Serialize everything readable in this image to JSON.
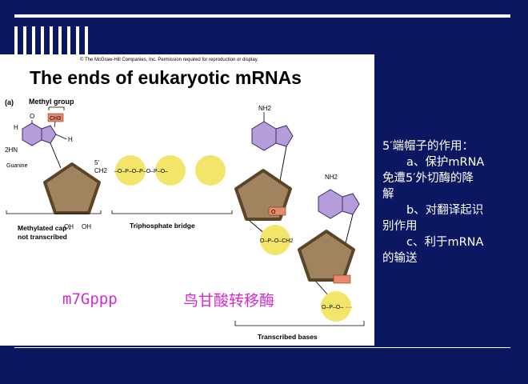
{
  "slide": {
    "copyright": "© The McGraw-Hill Companies, Inc. Permission required for reproduction or display.",
    "title": "The ends of eukaryotic mRNAs",
    "panel_label": "(a)",
    "methyl_group_label": "Methyl group",
    "guanine_label": "Guanine",
    "ch3_label": "CH3",
    "nh2_label": "NH2",
    "h2n_label": "2HN",
    "ch2_label": "CH2",
    "prime5_label": "5'",
    "oh_label": "OH",
    "methylated_cap_label_1": "Methylated cap -",
    "methylated_cap_label_2": "not transcribed",
    "triphosphate_label": "Triphosphate bridge",
    "transcribed_label": "Transcribed bases",
    "annotation_m7gppp": "m7Gppp",
    "annotation_enzyme": "鸟甘酸转移酶"
  },
  "caption": {
    "heading": "5′端帽子的作用：",
    "a_line1": "a、保护mRNA",
    "a_line2": "免遭5′外切酶的降",
    "a_line3": "解",
    "b_line1": "b、对翻译起识",
    "b_line2": "别作用",
    "c_line1": "c、利于mRNA",
    "c_line2": "的输送"
  },
  "colors": {
    "background": "#0b1760",
    "sugar": "#a0835f",
    "phosphate": "#f3e56a",
    "base": "#b59ddb",
    "methyl": "#e8896b",
    "annotation": "#d42ad0"
  }
}
